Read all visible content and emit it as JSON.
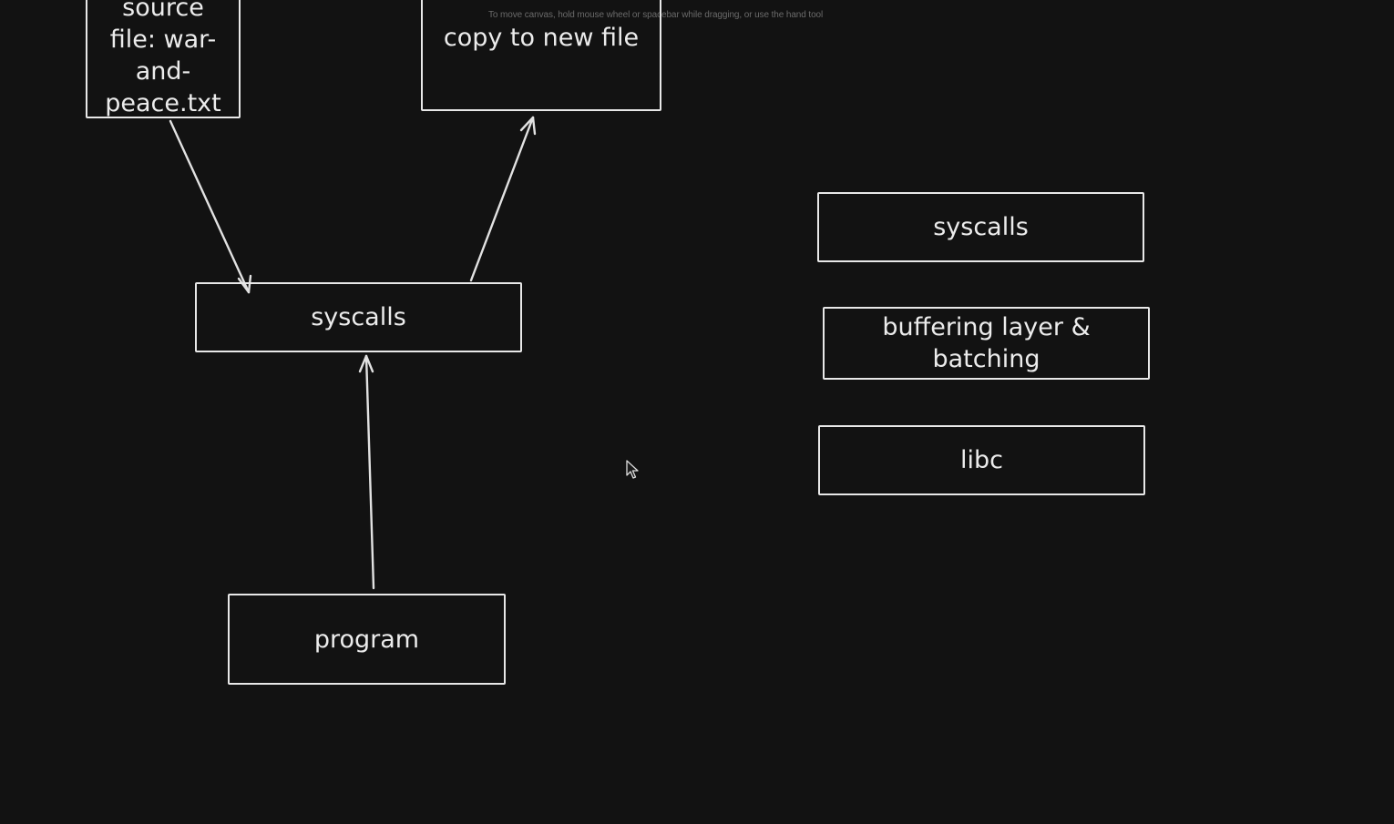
{
  "canvas": {
    "hint": "To move canvas, hold mouse wheel or spacebar while dragging, or use the hand tool",
    "background": "#121212",
    "stroke_color": "#e8e8e8"
  },
  "boxes": {
    "source_file": "source file: war-and-peace.txt",
    "copy_file": "copy to new file",
    "syscalls_main": "syscalls",
    "program": "program",
    "syscalls_side": "syscalls",
    "buffering": "buffering layer & batching",
    "libc": "libc"
  },
  "icons": {
    "cursor": "mouse-pointer-icon"
  }
}
